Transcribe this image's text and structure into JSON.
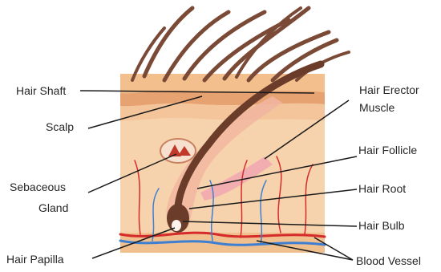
{
  "labels": {
    "hair_shaft": "Hair Shaft",
    "scalp": "Scalp",
    "sebaceous_gland_1": "Sebaceous",
    "sebaceous_gland_2": "Gland",
    "hair_papilla": "Hair Papilla",
    "hair_erector_muscle_1": "Hair Erector",
    "hair_erector_muscle_2": "Muscle",
    "hair_follicle": "Hair Follicle",
    "hair_root": "Hair Root",
    "hair_bulb": "Hair Bulb",
    "blood_vessel": "Blood Vessel"
  },
  "colors": {
    "hair": "#7a4a36",
    "skin_top": "#f6c79a",
    "scalp_band": "#e9a877",
    "dermis": "#f7d3ad",
    "follicle": "#f2b7a2",
    "gland": "#c0392b",
    "vein": "#3f7fd1",
    "artery": "#d62b2b",
    "leader_line": "#1a1a1a"
  }
}
